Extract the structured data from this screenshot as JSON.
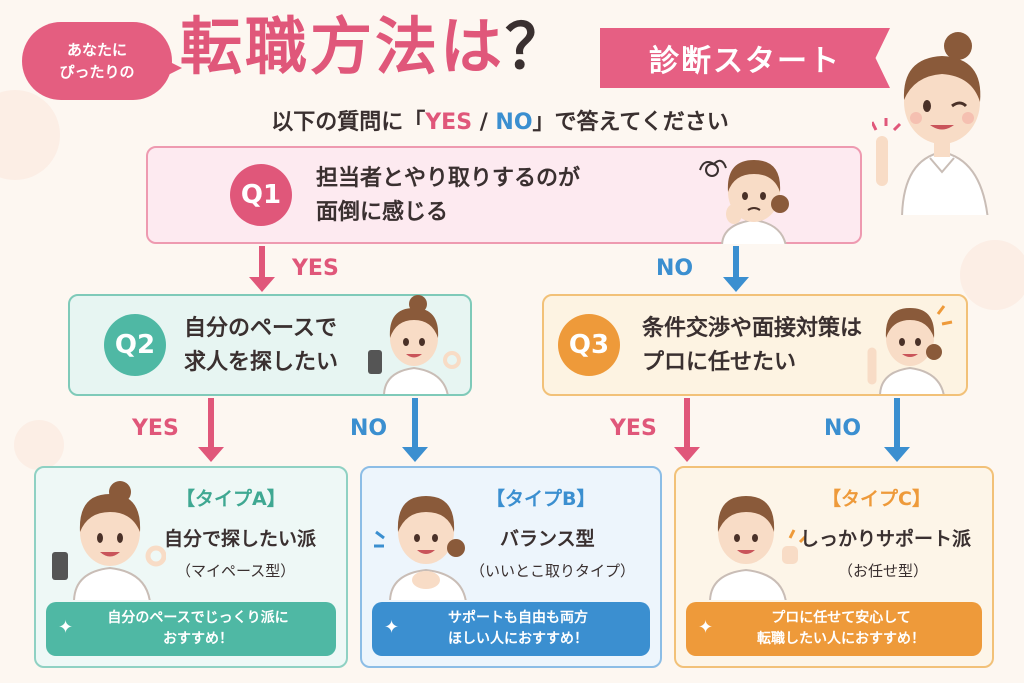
{
  "header": {
    "bubble_line1": "あなたに",
    "bubble_line2": "ぴったりの",
    "title_main": "転職方法は",
    "title_qmark": "？",
    "ribbon": "診断スタート",
    "subtitle_pre": "以下の質問に「",
    "subtitle_yes": "YES",
    "subtitle_sep": " / ",
    "subtitle_no": "NO",
    "subtitle_post": "」で答えてください"
  },
  "questions": {
    "q1": {
      "badge": "Q1",
      "line1": "担当者とやり取りするのが",
      "line2": "面倒に感じる"
    },
    "q2": {
      "badge": "Q2",
      "line1": "自分のペースで",
      "line2": "求人を探したい"
    },
    "q3": {
      "badge": "Q3",
      "line1": "条件交渉や面接対策は",
      "line2": "プロに任せたい"
    }
  },
  "answers": {
    "q1_yes": "YES",
    "q1_no": "NO",
    "q2_yes": "YES",
    "q2_no": "NO",
    "q3_yes": "YES",
    "q3_no": "NO"
  },
  "results": {
    "a": {
      "type": "【タイプA】",
      "name": "自分で探したい派",
      "sub": "（マイペース型）",
      "bar_line1": "自分のペースでじっくり派に",
      "bar_line2": "おすすめ！"
    },
    "b": {
      "type": "【タイプB】",
      "name": "バランス型",
      "sub": "（いいとこ取りタイプ）",
      "bar_line1": "サポートも自由も両方",
      "bar_line2": "ほしい人におすすめ！"
    },
    "c": {
      "type": "【タイプC】",
      "name": "しっかりサポート派",
      "sub": "（お任せ型）",
      "bar_line1": "プロに任せて安心して",
      "bar_line2": "転職したい人におすすめ！"
    }
  },
  "colors": {
    "pink": "#e0577a",
    "teal": "#4fb8a4",
    "blue": "#3b8fd0",
    "orange": "#ee9a3a"
  }
}
